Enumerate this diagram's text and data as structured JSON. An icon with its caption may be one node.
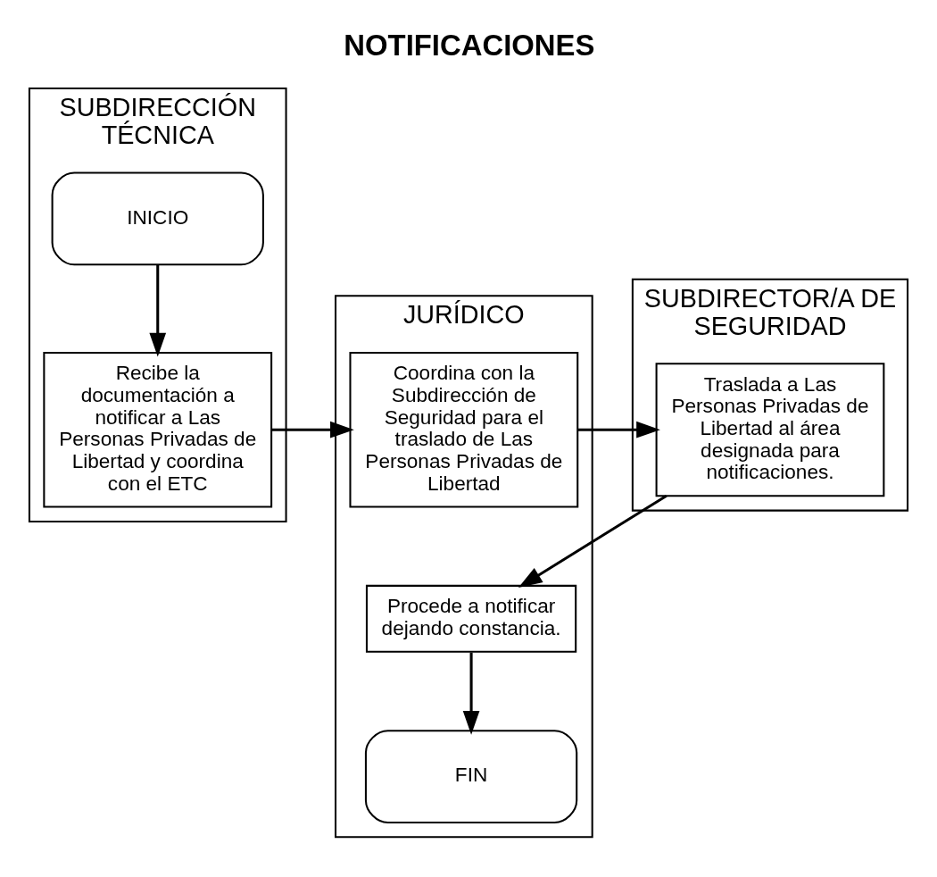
{
  "diagram": {
    "title": "NOTIFICACIONES",
    "nodes": [
      {
        "text": [
          "SUBDIRECCIÓN TÉCNICA"
        ]
      },
      {
        "text": [
          "JURÍDICO"
        ]
      },
      {
        "text": [
          "SUBDIRECTOR/A DE SEGURIDAD"
        ]
      },
      {
        "text": [
          "INICIO"
        ],
        "in": 0
      },
      {
        "text": [
          "Recibe la documentación a notificar a Las Personas Privadas de Libertad y coordina con el ETC"
        ],
        "in": 0
      },
      {
        "text": [
          "Coordina con la Subdirección de Seguridad para el traslado de Las Personas Privadas de Libertad"
        ],
        "in": 1
      },
      {
        "text": [
          "Traslada a Las Personas Privadas de Libertad al área designada para notificaciones."
        ],
        "in": 2
      },
      {
        "text": [
          "Procede a notificar dejando constancia."
        ],
        "in": 1
      },
      {
        "text": [
          "FIN"
        ],
        "in": 1
      }
    ],
    "edges": [
      {
        "from": 3,
        "to": 4,
        "arrow": "to"
      },
      {
        "from": 4,
        "to": 5,
        "arrow": "to"
      },
      {
        "from": 5,
        "to": 6,
        "arrow": "to"
      },
      {
        "from": 6,
        "to": 7,
        "arrow": "to"
      },
      {
        "from": 7,
        "to": 8,
        "arrow": "to"
      }
    ]
  }
}
